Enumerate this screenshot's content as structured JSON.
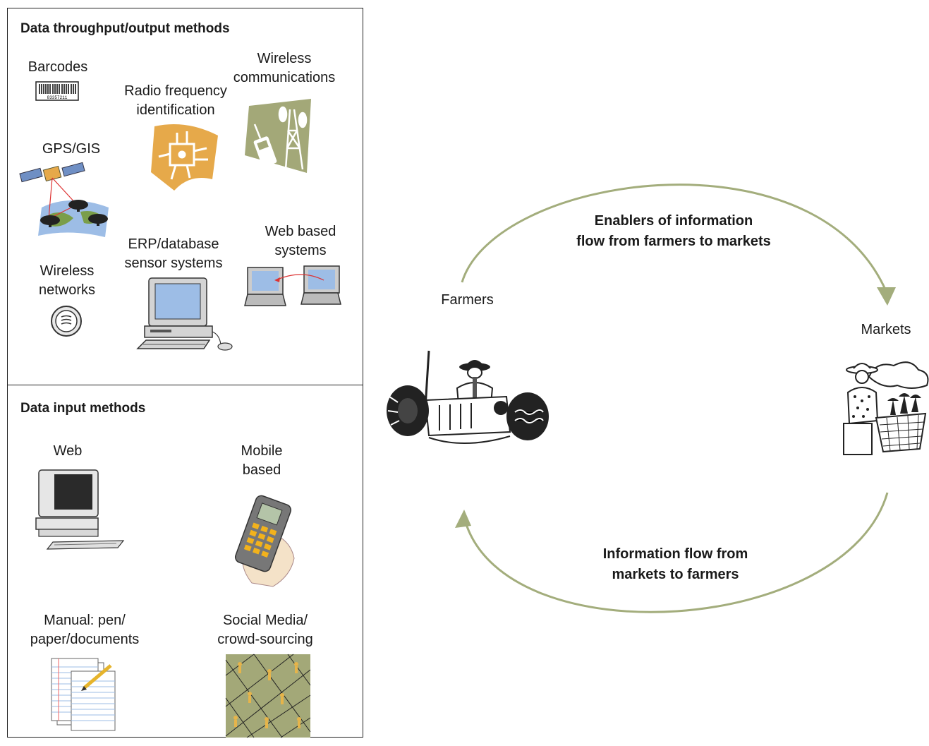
{
  "panels": {
    "throughput": {
      "title": "Data throughput/output methods",
      "items": {
        "barcodes": "Barcodes",
        "rfid": "Radio frequency\nidentification",
        "wireless_comm": "Wireless\ncommunications",
        "gps": "GPS/GIS",
        "wireless_net": "Wireless\nnetworks",
        "erp": "ERP/database\nsensor systems",
        "web_systems": "Web based\nsystems"
      },
      "barcode_number": "83357211"
    },
    "input": {
      "title": "Data input methods",
      "items": {
        "web": "Web",
        "mobile": "Mobile\nbased",
        "manual": "Manual: pen/\npaper/documents",
        "social": "Social Media/\ncrowd-sourcing"
      }
    }
  },
  "flow": {
    "farmers": "Farmers",
    "markets": "Markets",
    "top_arrow": "Enablers of information\nflow from farmers to markets",
    "bottom_arrow": "Information flow from\nmarkets to farmers"
  },
  "colors": {
    "arrow": "#a3ad7c",
    "icon_olive": "#a3a878",
    "icon_gold": "#e6a94a",
    "screen_blue": "#9dbde6"
  }
}
